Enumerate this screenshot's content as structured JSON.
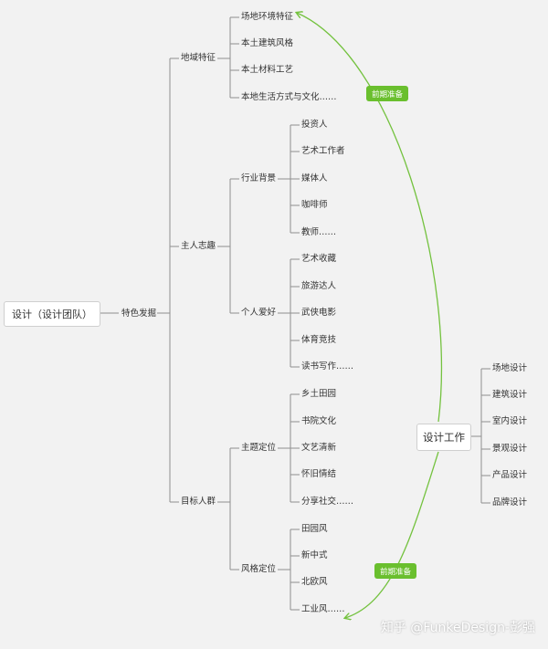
{
  "root": {
    "label": "设计（设计团队）"
  },
  "l1": {
    "label": "特色发掘"
  },
  "groups": {
    "regional": {
      "label": "地域特征"
    },
    "owner": {
      "label": "主人志趣"
    },
    "target": {
      "label": "目标人群"
    }
  },
  "subgroups": {
    "industry": {
      "label": "行业背景"
    },
    "hobby": {
      "label": "个人爱好"
    },
    "theme": {
      "label": "主题定位"
    },
    "style": {
      "label": "风格定位"
    }
  },
  "leaves": {
    "regional": [
      "场地环境特征",
      "本土建筑风格",
      "本土材料工艺",
      "本地生活方式与文化……"
    ],
    "industry": [
      "投资人",
      "艺术工作者",
      "媒体人",
      "咖啡师",
      "教师……"
    ],
    "hobby": [
      "艺术收藏",
      "旅游达人",
      "武侠电影",
      "体育竞技",
      "读书写作……"
    ],
    "theme": [
      "乡土田园",
      "书院文化",
      "文艺清新",
      "怀旧情结",
      "分享社交……"
    ],
    "style": [
      "田园风",
      "新中式",
      "北欧风",
      "工业风……"
    ]
  },
  "work": {
    "label": "设计工作",
    "items": [
      "场地设计",
      "建筑设计",
      "室内设计",
      "景观设计",
      "产品设计",
      "品牌设计"
    ]
  },
  "tags": {
    "top": "前期准备",
    "bottom": "前期准备"
  },
  "watermark": "知乎 @FunkeDesign-彭强",
  "colors": {
    "line": "#8f8f8f",
    "arrow": "#74c23f",
    "tag": "#6abf2e",
    "background": "#f2f2f2"
  }
}
